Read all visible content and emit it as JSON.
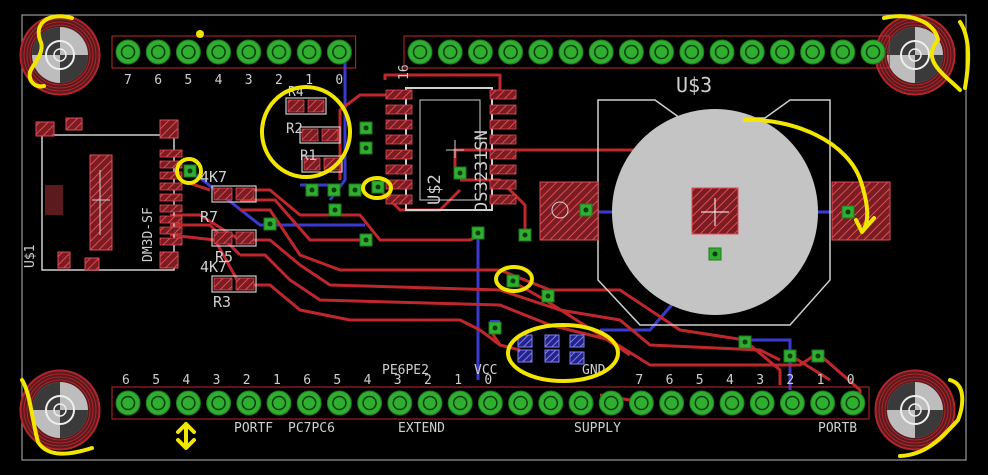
{
  "board": {
    "top_header_pins": [
      "7",
      "6",
      "5",
      "4",
      "3",
      "2",
      "1",
      "0"
    ],
    "bottom_left_pins": [
      "6",
      "5",
      "4",
      "3",
      "2",
      "1"
    ],
    "bottom_mid_pins": [
      "6",
      "5",
      "4"
    ],
    "bottom_ext_pins": [
      "3",
      "2",
      "1",
      "0"
    ],
    "bottom_right_pins": [
      "7",
      "6",
      "5",
      "4",
      "3",
      "2",
      "1",
      "0"
    ],
    "labels": {
      "rtc_chip": "DS3231SN",
      "rtc_ref": "U$2",
      "battery_ref": "U$3",
      "sd_card": "DM3D-SF",
      "sd_ref": "U$1",
      "r_top_1": "R4",
      "r_top_2": "R2",
      "r_top_3": "R1",
      "r_left_val1": "4K7",
      "r_left_ref1": "R7",
      "r_left_val2": "4K7",
      "r_left_ref2": "R5",
      "r_left_ref3": "R3",
      "pin_16": "16",
      "port_f": "PORTF",
      "pc7_pc6": "PC7PC6",
      "extend": "EXTEND",
      "pe_labels": "PE6PE2",
      "supply": "SUPPLY",
      "vcc": "VCC",
      "gnd": "GND",
      "portb": "PORTB"
    }
  },
  "colors": {
    "background": "#000000",
    "copper_top": "#c0272d",
    "copper_bottom": "#3a3ad0",
    "pad_green": "#2fae2f",
    "silkscreen": "#cfcfcf",
    "annotation": "#f2e600",
    "battery_fill": "#c4c4c4"
  }
}
